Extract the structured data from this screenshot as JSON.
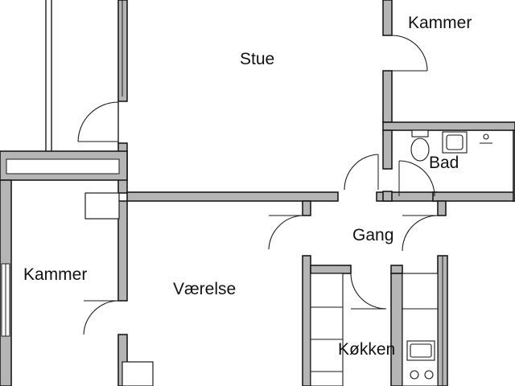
{
  "plan": {
    "rooms": [
      {
        "id": "stue",
        "label": "Stue"
      },
      {
        "id": "kammer-top",
        "label": "Kammer"
      },
      {
        "id": "bad",
        "label": "Bad"
      },
      {
        "id": "gang",
        "label": "Gang"
      },
      {
        "id": "kammer-left",
        "label": "Kammer"
      },
      {
        "id": "vaerelse",
        "label": "Værelse"
      },
      {
        "id": "kokken",
        "label": "Køkken"
      }
    ],
    "colors": {
      "wall": "#b5b5b5",
      "outline": "#1a1a1a",
      "background": "#ffffff"
    }
  }
}
